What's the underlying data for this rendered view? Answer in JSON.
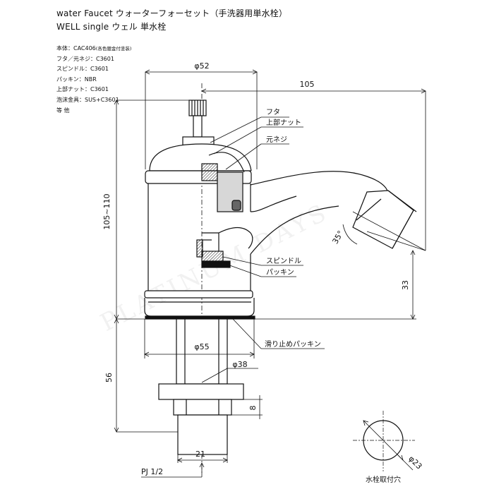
{
  "header": {
    "line1": "water Faucet  ウォーターフォーセット（手洗器用単水栓）",
    "line2": "WELL single  ウェル 単水栓"
  },
  "materials": [
    {
      "label": "本体：CAC406",
      "note": "(各色鍍金付塗装)"
    },
    {
      "label": "フタ／元ネジ：C3601",
      "note": ""
    },
    {
      "label": "スピンドル：C3601",
      "note": ""
    },
    {
      "label": "パッキン：NBR",
      "note": ""
    },
    {
      "label": "上部ナット：C3601",
      "note": ""
    },
    {
      "label": "泡沫金具：SUS+C3601",
      "note": ""
    },
    {
      "label": "等 他",
      "note": ""
    }
  ],
  "parts": {
    "futa": "フタ",
    "upper_nut": "上部ナット",
    "motoneji": "元ネジ",
    "spindle": "スピンドル",
    "packing": "パッキン",
    "nonslip_packing": "滑り止めパッキン"
  },
  "dimensions": {
    "top_dia": "φ52",
    "spout_length": "105",
    "height": "105~110",
    "angle": "35°",
    "spout_height": "33",
    "base_dia": "φ55",
    "shank_dia": "φ38",
    "shank_length": "56",
    "nut_thickness": "8",
    "thread_width": "21",
    "thread_spec": "PJ 1/2",
    "hole_dia": "φ23"
  },
  "hole_caption": "水栓取付穴",
  "watermark": "PLATINUM DAYS"
}
